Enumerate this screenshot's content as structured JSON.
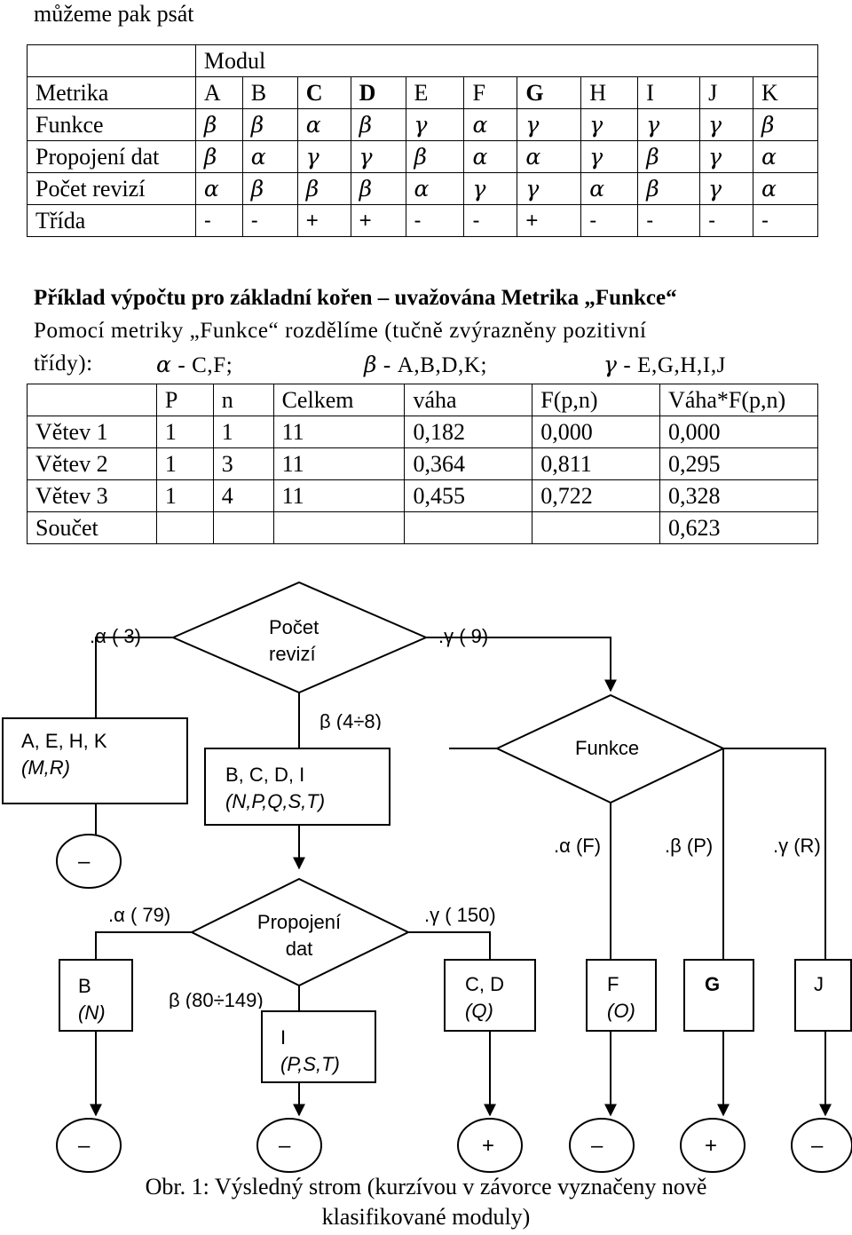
{
  "intro": "můžeme pak psát",
  "table1": {
    "header": "Modul",
    "rows": [
      {
        "label": "Metrika",
        "cells": [
          "A",
          "B",
          "C",
          "D",
          "E",
          "F",
          "G",
          "H",
          "I",
          "J",
          "K"
        ]
      },
      {
        "label": "Funkce",
        "cells": [
          "β",
          "β",
          "α",
          "β",
          "γ",
          "α",
          "γ",
          "γ",
          "γ",
          "γ",
          "β"
        ]
      },
      {
        "label": "Propojení dat",
        "cells": [
          "β",
          "α",
          "γ",
          "γ",
          "β",
          "α",
          "α",
          "γ",
          "β",
          "γ",
          "α"
        ]
      },
      {
        "label": "Počet revizí",
        "cells": [
          "α",
          "β",
          "β",
          "β",
          "α",
          "γ",
          "γ",
          "α",
          "β",
          "γ",
          "α"
        ]
      },
      {
        "label": "Třída",
        "cells": [
          "-",
          "-",
          "+",
          "+",
          "-",
          "-",
          "+",
          "-",
          "-",
          "-",
          "-"
        ]
      }
    ]
  },
  "example": {
    "heading": "Příklad výpočtu pro základní kořen – uvažována Metrika „Funkce“",
    "line1": "Pomocí metriky „Funkce“ rozdělíme (tučně zvýrazněny pozitivní",
    "line2_start": "třídy):",
    "alpha": "α",
    "alpha_text": "- C,F;",
    "beta": "β",
    "beta_text": "- A,B,D,K;",
    "gamma": "γ",
    "gamma_text": "- E,G,H,I,J"
  },
  "table2": {
    "headers": [
      "",
      "P",
      "n",
      "Celkem",
      "váha",
      "F(p,n)",
      "Váha*F(p,n)"
    ],
    "rows": [
      [
        "Větev 1",
        "1",
        "1",
        "11",
        "0,182",
        "0,000",
        "0,000"
      ],
      [
        "Větev 2",
        "1",
        "3",
        "11",
        "0,364",
        "0,811",
        "0,295"
      ],
      [
        "Větev 3",
        "1",
        "4",
        "11",
        "0,455",
        "0,722",
        "0,328"
      ],
      [
        "Součet",
        "",
        "",
        "",
        "",
        "",
        "0,623"
      ]
    ]
  },
  "tree": {
    "root": {
      "line1": "Počet",
      "line2": "revizí"
    },
    "root_left": ".α ( 3)",
    "root_right": ".γ ( 9)",
    "root_middle": "β (4÷8)",
    "box_aehk": {
      "line1": "A, E, H, K",
      "line2": "(M,R)"
    },
    "box_bcdi": {
      "line1": "B, C, D, I",
      "line2": "(N,P,Q,S,T)"
    },
    "funkce": "Funkce",
    "funkce_alpha": ".α (F)",
    "funkce_beta": ".β (P)",
    "funkce_gamma": ".γ (R)",
    "propojeni": {
      "line1": "Propojení",
      "line2": "dat"
    },
    "prop_left": ".α ( 79)",
    "prop_right": ".γ ( 150)",
    "prop_middle": "β (80÷149)",
    "box_b": {
      "line1": "B",
      "line2": "(N)"
    },
    "box_i": {
      "line1": "I",
      "line2": "(P,S,T)"
    },
    "box_cd": {
      "line1": "C, D",
      "line2": "(Q)"
    },
    "box_f": {
      "line1": "F",
      "line2": "(O)"
    },
    "box_g": "G",
    "box_j": "J",
    "leaves": [
      "–",
      "–",
      "–",
      "+",
      "–",
      "+",
      "–"
    ]
  },
  "caption": {
    "line1": "Obr. 1: Výsledný strom (kurzívou v závorce vyznačeny nově",
    "line2": "klasifikované moduly)"
  }
}
